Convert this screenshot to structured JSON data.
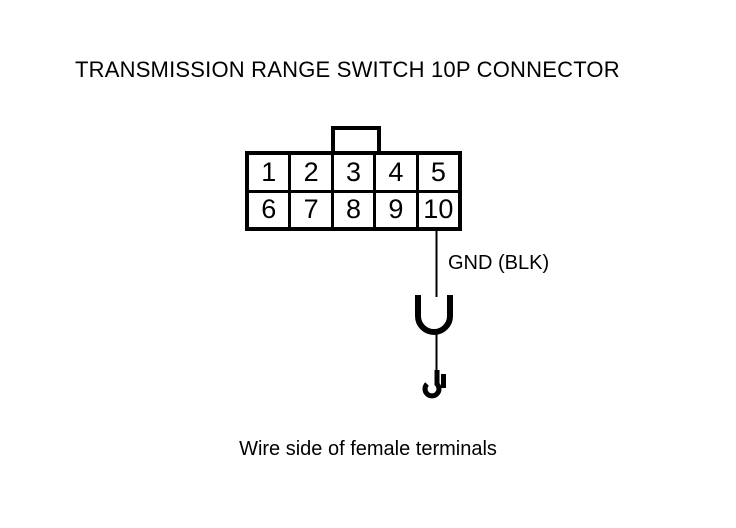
{
  "page": {
    "title": "TRANSMISSION RANGE SWITCH 10P CONNECTOR",
    "caption": "Wire side of female terminals",
    "background_color": "#ffffff",
    "line_color": "#000000"
  },
  "connector": {
    "name": "TRANSMISSION RANGE SWITCH 10P CONNECTOR",
    "pin_count": "10",
    "rows": [
      {
        "pins": [
          "1",
          "2",
          "3",
          "4",
          "5"
        ]
      },
      {
        "pins": [
          "6",
          "7",
          "8",
          "9",
          "10"
        ]
      }
    ],
    "lock_tab": "locking-tab"
  },
  "wire": {
    "label": "GND (BLK)",
    "from_pin": "10",
    "signal": "GND",
    "color_code": "BLK",
    "terminal_symbol": "ground-hook"
  }
}
